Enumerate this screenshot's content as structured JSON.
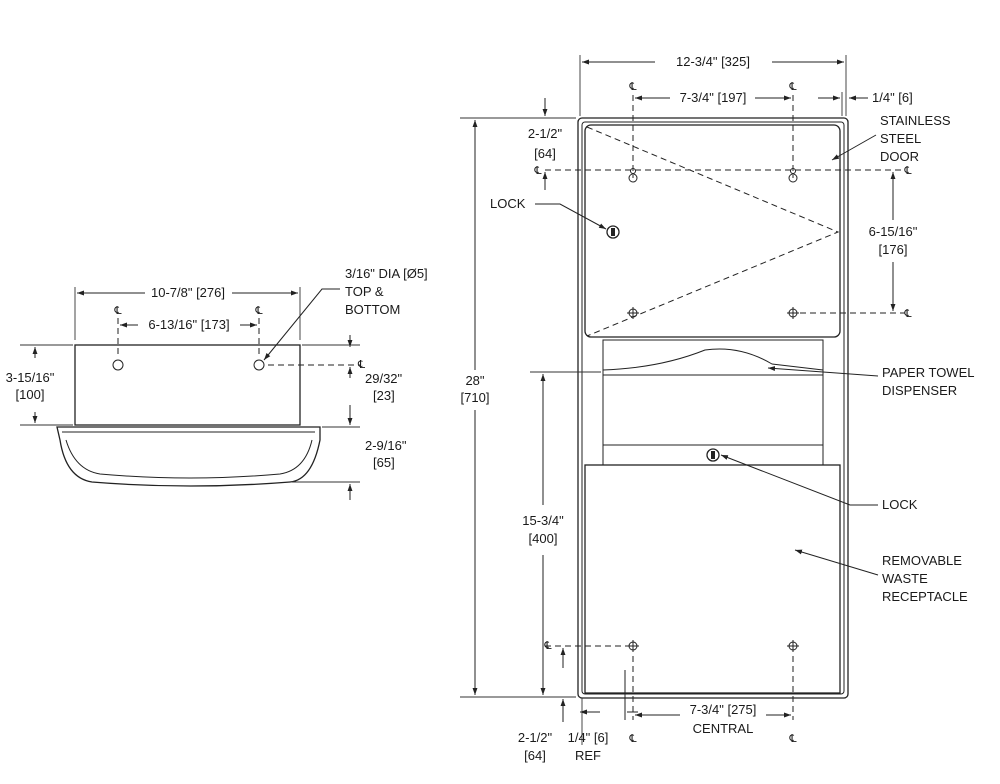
{
  "centerline_symbol": "℄",
  "left_view": {
    "overall_width": "10-7/8\" [276]",
    "hole_spacing": "6-13/16\" [173]",
    "hole_note": [
      "3/16\" DIA [Ø5]",
      "TOP &",
      "BOTTOM"
    ],
    "height_top": [
      "3-15/16\"",
      "[100]"
    ],
    "hole_offset": [
      "29/32\"",
      "[23]"
    ],
    "depth_bottom": [
      "2-9/16\"",
      "[65]"
    ]
  },
  "right_view": {
    "overall_width": "12-3/4\" [325]",
    "top_hole_spacing": "7-3/4\" [197]",
    "side_offset": "1/4\" [6]",
    "top_offset": [
      "2-1/2\"",
      "[64]"
    ],
    "overall_height": [
      "28\"",
      "[710]"
    ],
    "door_hole_spacing": [
      "6-15/16\"",
      "[176]"
    ],
    "lower_height": [
      "15-3/4\"",
      "[400]"
    ],
    "bottom_offset": [
      "2-1/2\"",
      "[64]"
    ],
    "ref_offset": [
      "1/4\" [6]",
      "REF"
    ],
    "bottom_hole_spacing": [
      "7-3/4\" [275]",
      "CENTRAL"
    ],
    "callouts": {
      "door": [
        "STAINLESS",
        "STEEL",
        "DOOR"
      ],
      "lock_top": "LOCK",
      "dispenser": [
        "PAPER TOWEL",
        "DISPENSER"
      ],
      "lock_bottom": "LOCK",
      "receptacle": [
        "REMOVABLE",
        "WASTE",
        "RECEPTACLE"
      ]
    }
  }
}
